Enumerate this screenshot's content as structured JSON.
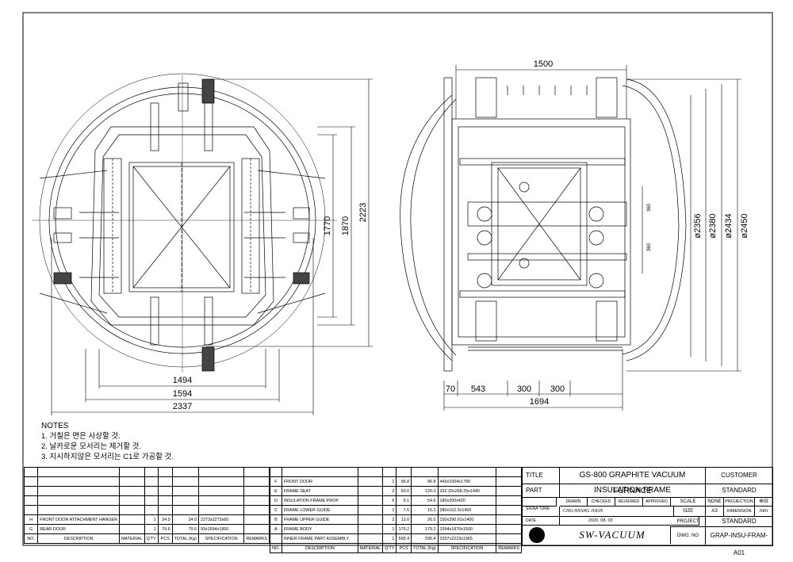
{
  "dimensions": {
    "front_width_outer": "2337",
    "front_width_mid": "1594",
    "front_width_inner": "1494",
    "front_height_inner": "1770",
    "front_height_mid": "1870",
    "front_height_outer": "2223",
    "side_top": "1500",
    "side_d1": "ø2356",
    "side_d2": "ø2380",
    "side_d3": "ø2434",
    "side_d4": "ø2450",
    "side_b1": "70",
    "side_b2": "543",
    "side_b3": "300",
    "side_b4": "300",
    "side_total": "1694",
    "side_v1": "360",
    "side_v2": "360"
  },
  "notes": {
    "title": "NOTES",
    "items": [
      "1. 거칠은 면은 사상할 것.",
      "2. 날카로운 모서리는 제거할 것.",
      "3. 지시하지않은 모서리는 C1로 가공할 것."
    ]
  },
  "parts_left": {
    "rows": [
      {
        "no": "H",
        "desc": "FRONT DOOR ATTACHMENT HANGER",
        "mat": "",
        "qty": "1",
        "pcs": "24.0",
        "total": "24.0",
        "spec": "2273x2273x60",
        "rem": ""
      },
      {
        "no": "G",
        "desc": "REAR DOOR",
        "mat": "",
        "qty": "1",
        "pcs": "79.6",
        "total": "79.6",
        "spec": "93x1594x1850",
        "rem": ""
      }
    ],
    "header": {
      "no": "NO.",
      "desc": "DESCRIPTION",
      "mat": "MATERIAL",
      "qty": "Q'TY",
      "pcs": "PCS",
      "total": "TOTAL",
      "kg": "(Kg)",
      "spec": "SPECIFICATION",
      "rem": "REMARKS"
    }
  },
  "parts_right": {
    "rows": [
      {
        "no": "F",
        "desc": "FRONT DOOR",
        "mat": "",
        "qty": "1",
        "pcs": "96.8",
        "total": "96.8",
        "spec": "443x1504x1790",
        "rem": ""
      },
      {
        "no": "E",
        "desc": "FRAME SEAT",
        "mat": "",
        "qty": "2",
        "pcs": "60.0",
        "total": "120.0",
        "spec": "332.32x268.25x1440",
        "rem": ""
      },
      {
        "no": "D",
        "desc": "INSULATION FRAME PROP",
        "mat": "",
        "qty": "6",
        "pcs": "9.1",
        "total": "54.6",
        "spec": "180x200x420",
        "rem": ""
      },
      {
        "no": "C",
        "desc": "FRAME LOWER GUIDE",
        "mat": "",
        "qty": "2",
        "pcs": "7.6",
        "total": "15.2",
        "spec": "280x162.5x1400",
        "rem": ""
      },
      {
        "no": "B",
        "desc": "FRAME UPPER GUIDE",
        "mat": "",
        "qty": "2",
        "pcs": "13.0",
        "total": "26.0",
        "spec": "150x290.61x1400",
        "rem": ""
      },
      {
        "no": "A",
        "desc": "FRAME BODY",
        "mat": "",
        "qty": "1",
        "pcs": "179.2",
        "total": "179.2",
        "spec": "1594x1870x1500",
        "rem": ""
      },
      {
        "no": "",
        "desc": "INNER FRAME PART ASSEMBLY",
        "mat": "",
        "qty": "1",
        "pcs": "595.4",
        "total": "595.4",
        "spec": "2337x2223x1965",
        "rem": ""
      }
    ],
    "header": {
      "no": "NO.",
      "desc": "DESCRIPTION",
      "mat": "MATERIAL",
      "qty": "Q'TY",
      "pcs": "PCS",
      "total": "TOTAL",
      "kg": "(Kg)",
      "spec": "SPECIFICATION",
      "rem": "REMARKS"
    }
  },
  "title_block": {
    "title_label": "TITLE",
    "title_value": "GS-800 GRAPHITE VACUUM FURNACE",
    "customer_label": "CUSTOMER",
    "part_label": "PART",
    "part_value": "INSULATION FRAME",
    "standard_top": "STANDARD",
    "drawn": "DRAWN",
    "checked": "CHECKED",
    "reviewed": "REVIEWED",
    "approved": "APPROVED",
    "scale_label": "SCALE",
    "scale_value": "NONE",
    "projection_label": "PROJECTION",
    "signature_label": "SIGNA TURE",
    "signature_value": "CHO HYANG JOON",
    "size_label": "SIZE",
    "size_value": "A3",
    "dimension_label": "DIMENSION",
    "dimension_value": "mm",
    "date_label": "DATE",
    "date_value": "2020. 08. 03",
    "project_label": "PROJECT",
    "project_value": "STANDARD",
    "company": "SW-VACUUM",
    "dwg_label": "DWG. NO",
    "dwg_value": "GRAP-INSU-FRAM-A01"
  }
}
